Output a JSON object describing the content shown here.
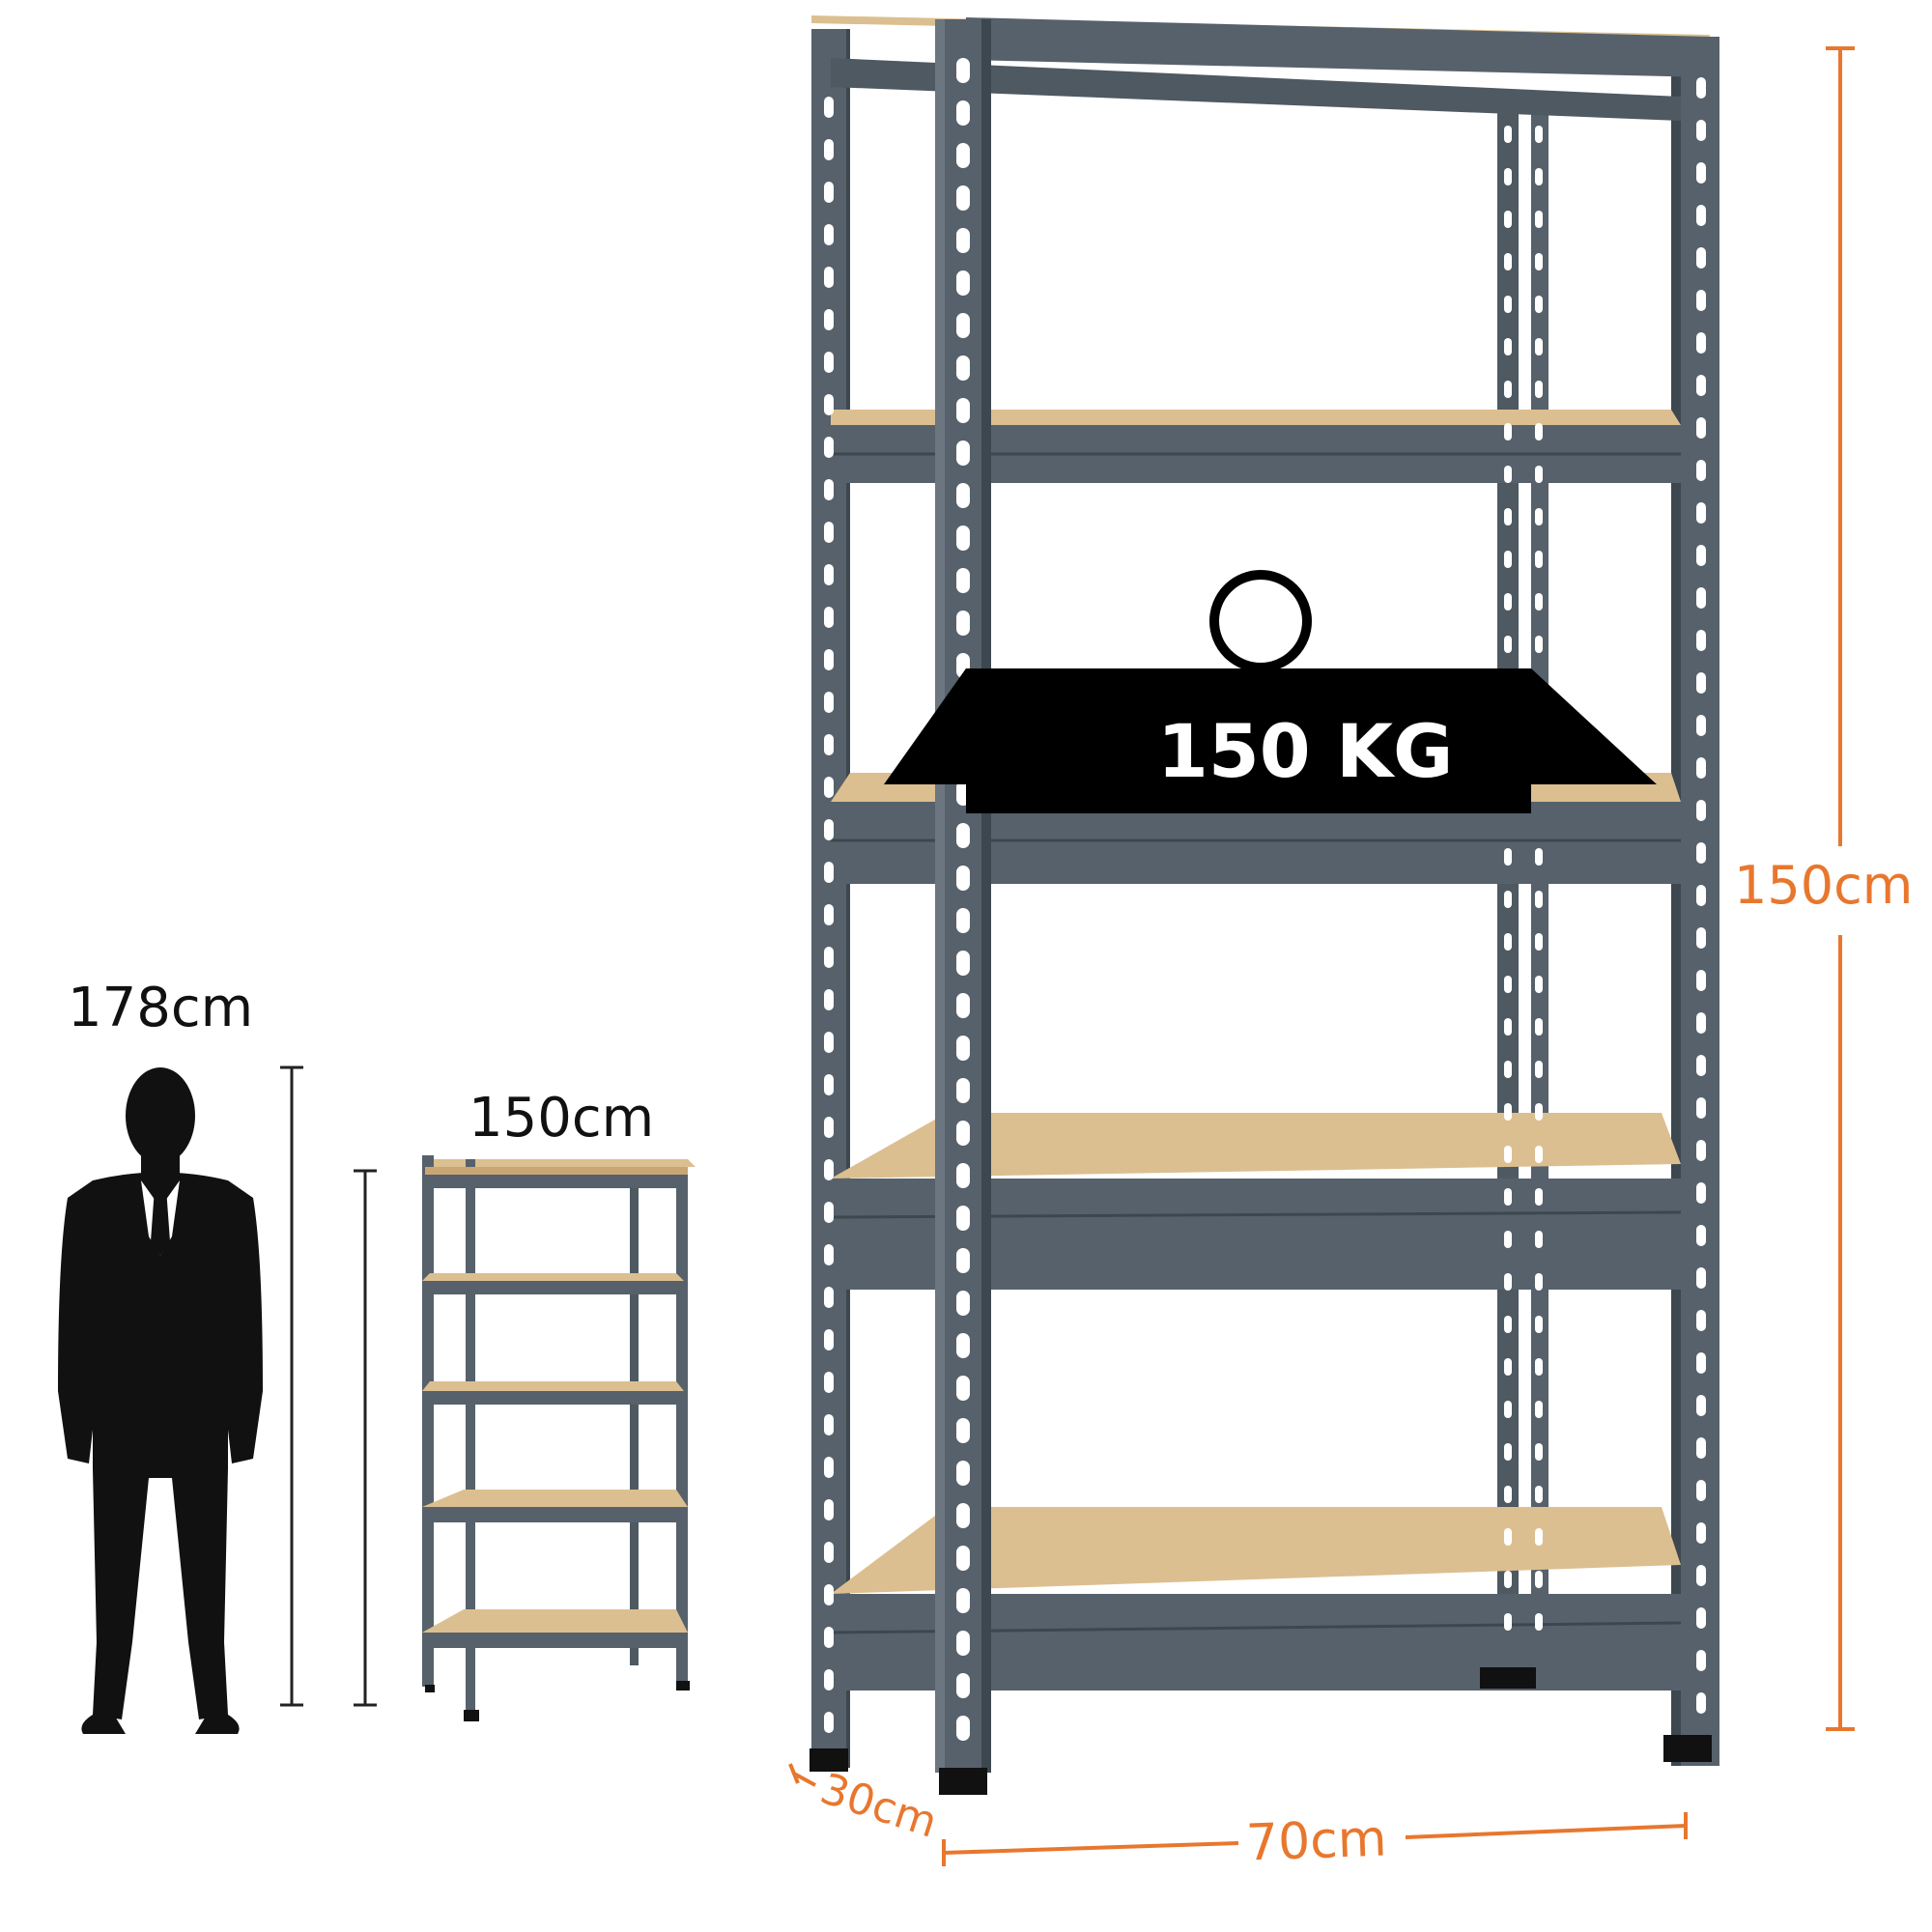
{
  "labels": {
    "person_height": "178cm",
    "small_shelf_height": "150cm",
    "shelf_height": "150cm",
    "shelf_width": "70cm",
    "shelf_depth": "30cm",
    "load_capacity": "150 KG"
  },
  "colors": {
    "steel": "#56616b",
    "steel_dark": "#3d474f",
    "board": "#dcbf90",
    "board_edge": "#c9a674",
    "dimension": "#e8772e",
    "silhouette": "#111111",
    "weight": "#000000"
  },
  "shelf": {
    "tiers": 5
  },
  "icons": {
    "person": "person-silhouette-icon",
    "weight": "kettlebell-weight-icon"
  }
}
